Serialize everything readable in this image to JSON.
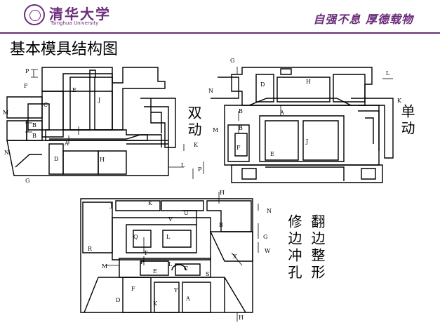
{
  "header": {
    "logo_cn": "清华大学",
    "logo_en": "Tsinghua University",
    "motto": "自强不息  厚德载物"
  },
  "page": {
    "title": "基本模具结构图"
  },
  "labels": {
    "double": "双动",
    "single": "单动",
    "col1": "修边冲孔",
    "col2": "翻边整形"
  },
  "dims": {
    "left": [
      "P",
      "F",
      "E",
      "J",
      "C",
      "M",
      "B",
      "B",
      "A",
      "D",
      "H",
      "N",
      "G",
      "K",
      "L"
    ],
    "right": [
      "G",
      "L",
      "N",
      "D",
      "H",
      "K",
      "A",
      "B",
      "B",
      "J",
      "M",
      "F",
      "E",
      "P"
    ],
    "bottom": [
      "H",
      "J",
      "K",
      "N",
      "U",
      "B",
      "V",
      "Q",
      "L",
      "G",
      "R",
      "T",
      "W",
      "P",
      "M",
      "L",
      "C",
      "S",
      "X",
      "E",
      "F",
      "Y",
      "D",
      "K",
      "A",
      "H"
    ]
  }
}
